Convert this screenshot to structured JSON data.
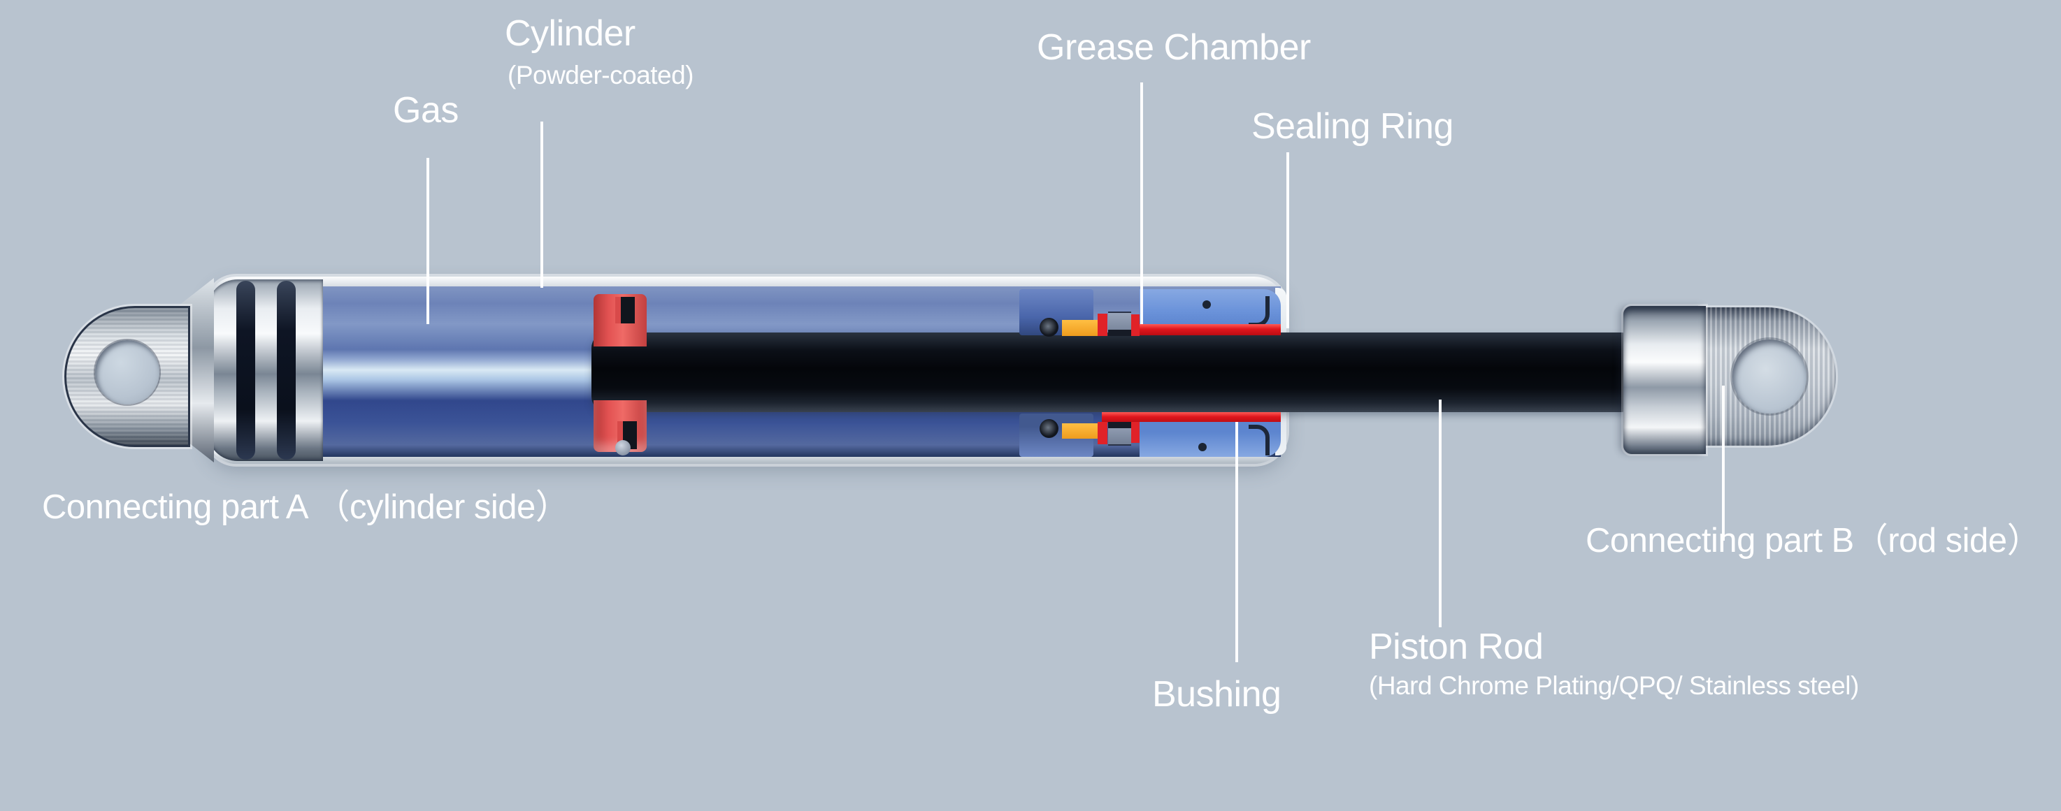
{
  "title": "Gas spring cutaway structure diagram",
  "background_color": "#b8c3cf",
  "label_text_color": "#ffffff",
  "labels": {
    "cylinder": {
      "title": "Cylinder",
      "subtitle": "(Powder-coated)"
    },
    "gas": {
      "title": "Gas"
    },
    "grease_chamber": {
      "title": "Grease Chamber"
    },
    "sealing_ring": {
      "title": "Sealing Ring"
    },
    "connecting_part_a": {
      "title": "Connecting part A （cylinder side）"
    },
    "connecting_part_b": {
      "title": "Connecting part B（rod side）"
    },
    "bushing": {
      "title": "Bushing"
    },
    "piston_rod": {
      "title": "Piston Rod",
      "subtitle": "(Hard Chrome Plating/QPQ/ Stainless steel)"
    }
  },
  "diagram_colors": {
    "background": "#b8c3cf",
    "gas_blue": "#5a74b2",
    "sheen_highlight": "#d9e9f4",
    "piston_seal_red": "#d9484a",
    "rod_seal_red": "#e0161d",
    "grease_orange": "#f2a62c",
    "bushing_blue": "#6f94d8",
    "piston_rod_black": "#0a0d12",
    "steel_silver": "#cfd6dd",
    "leader_line": "#ffffff"
  }
}
